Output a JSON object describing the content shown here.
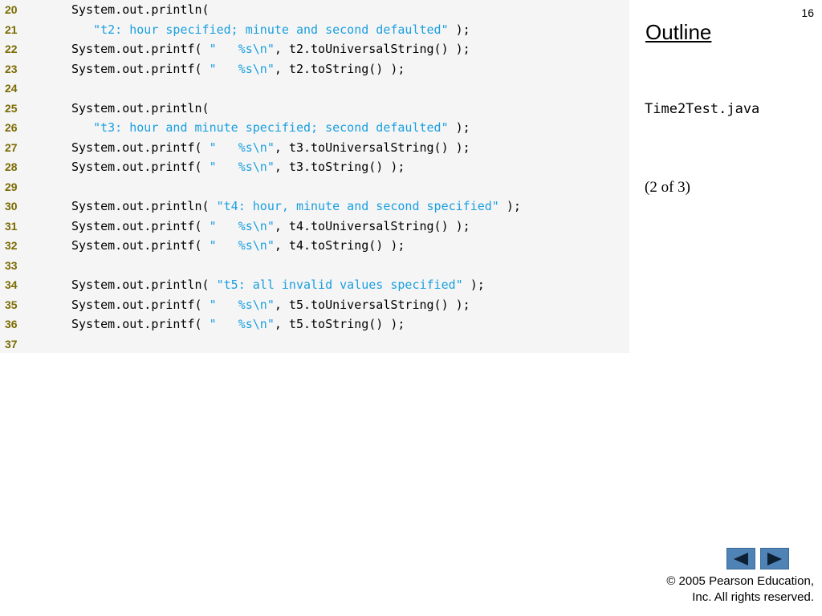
{
  "page_number": "16",
  "sidebar": {
    "outline_title": "Outline",
    "file_name": "Time2Test.java",
    "part_label": "(2 of  3)"
  },
  "code_lines": [
    {
      "number": "20",
      "segments": [
        {
          "text": "System.out.println(",
          "type": "code"
        }
      ]
    },
    {
      "number": "21",
      "segments": [
        {
          "text": "   ",
          "type": "code"
        },
        {
          "text": "\"t2: hour specified; minute and second defaulted\"",
          "type": "string"
        },
        {
          "text": " );",
          "type": "code"
        }
      ]
    },
    {
      "number": "22",
      "segments": [
        {
          "text": "System.out.printf( ",
          "type": "code"
        },
        {
          "text": "\"   %s\\n\"",
          "type": "string"
        },
        {
          "text": ", t2.toUniversalString() );",
          "type": "code"
        }
      ]
    },
    {
      "number": "23",
      "segments": [
        {
          "text": "System.out.printf( ",
          "type": "code"
        },
        {
          "text": "\"   %s\\n\"",
          "type": "string"
        },
        {
          "text": ", t2.toString() );",
          "type": "code"
        }
      ]
    },
    {
      "number": "24",
      "segments": []
    },
    {
      "number": "25",
      "segments": [
        {
          "text": "System.out.println(",
          "type": "code"
        }
      ]
    },
    {
      "number": "26",
      "segments": [
        {
          "text": "   ",
          "type": "code"
        },
        {
          "text": "\"t3: hour and minute specified; second defaulted\"",
          "type": "string"
        },
        {
          "text": " );",
          "type": "code"
        }
      ]
    },
    {
      "number": "27",
      "segments": [
        {
          "text": "System.out.printf( ",
          "type": "code"
        },
        {
          "text": "\"   %s\\n\"",
          "type": "string"
        },
        {
          "text": ", t3.toUniversalString() );",
          "type": "code"
        }
      ]
    },
    {
      "number": "28",
      "segments": [
        {
          "text": "System.out.printf( ",
          "type": "code"
        },
        {
          "text": "\"   %s\\n\"",
          "type": "string"
        },
        {
          "text": ", t3.toString() );",
          "type": "code"
        }
      ]
    },
    {
      "number": "29",
      "segments": []
    },
    {
      "number": "30",
      "segments": [
        {
          "text": "System.out.println( ",
          "type": "code"
        },
        {
          "text": "\"t4: hour, minute and second specified\"",
          "type": "string"
        },
        {
          "text": " );",
          "type": "code"
        }
      ]
    },
    {
      "number": "31",
      "segments": [
        {
          "text": "System.out.printf( ",
          "type": "code"
        },
        {
          "text": "\"   %s\\n\"",
          "type": "string"
        },
        {
          "text": ", t4.toUniversalString() );",
          "type": "code"
        }
      ]
    },
    {
      "number": "32",
      "segments": [
        {
          "text": "System.out.printf( ",
          "type": "code"
        },
        {
          "text": "\"   %s\\n\"",
          "type": "string"
        },
        {
          "text": ", t4.toString() );",
          "type": "code"
        }
      ]
    },
    {
      "number": "33",
      "segments": []
    },
    {
      "number": "34",
      "segments": [
        {
          "text": "System.out.println( ",
          "type": "code"
        },
        {
          "text": "\"t5: all invalid values specified\"",
          "type": "string"
        },
        {
          "text": " );",
          "type": "code"
        }
      ]
    },
    {
      "number": "35",
      "segments": [
        {
          "text": "System.out.printf( ",
          "type": "code"
        },
        {
          "text": "\"   %s\\n\"",
          "type": "string"
        },
        {
          "text": ", t5.toUniversalString() );",
          "type": "code"
        }
      ]
    },
    {
      "number": "36",
      "segments": [
        {
          "text": "System.out.printf( ",
          "type": "code"
        },
        {
          "text": "\"   %s\\n\"",
          "type": "string"
        },
        {
          "text": ", t5.toString() );",
          "type": "code"
        }
      ]
    },
    {
      "number": "37",
      "segments": []
    }
  ],
  "navigation": {
    "prev_icon": "left-triangle-icon",
    "next_icon": "right-triangle-icon"
  },
  "footer": {
    "copyright_line1": "© 2005 Pearson Education,",
    "copyright_line2": "Inc.  All rights reserved."
  },
  "colors": {
    "line_number": "#7a6a00",
    "string_literal": "#1a9fe0",
    "code_background": "#f5f5f5",
    "nav_button": "#4f82b5"
  }
}
